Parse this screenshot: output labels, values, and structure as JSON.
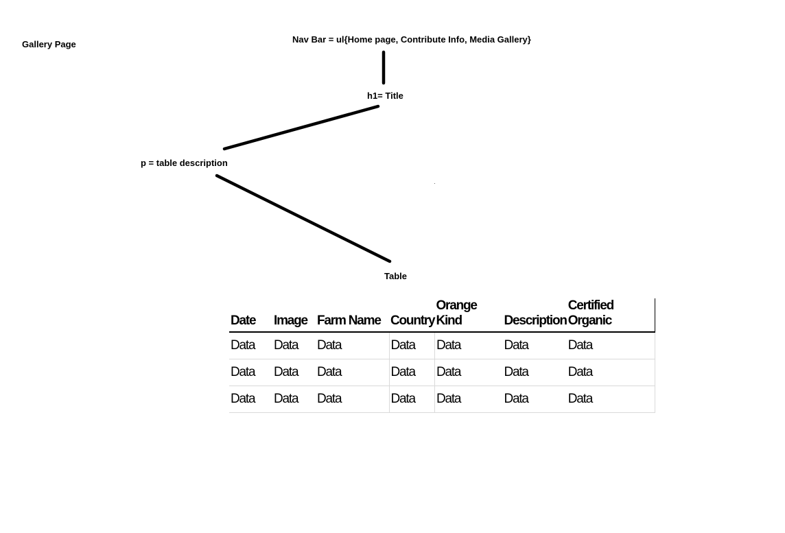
{
  "page_label": "Gallery Page",
  "nodes": {
    "nav_bar": "Nav Bar = ul{Home page, Contribute Info, Media Gallery}",
    "title": "h1= Title",
    "paragraph": "p = table description",
    "table": "Table"
  },
  "table_mockup": {
    "headers": [
      "Date",
      "Image",
      "Farm Name",
      "Country",
      "Orange Kind",
      "Description",
      "Certified Organic"
    ],
    "rows": [
      [
        "Data",
        "Data",
        "Data",
        "Data",
        "Data",
        "Data",
        "Data"
      ],
      [
        "Data",
        "Data",
        "Data",
        "Data",
        "Data",
        "Data",
        "Data"
      ],
      [
        "Data",
        "Data",
        "Data",
        "Data",
        "Data",
        "Data",
        "Data"
      ]
    ]
  },
  "colors": {
    "connector": "#000000",
    "grid_line": "#d9d9d9"
  }
}
